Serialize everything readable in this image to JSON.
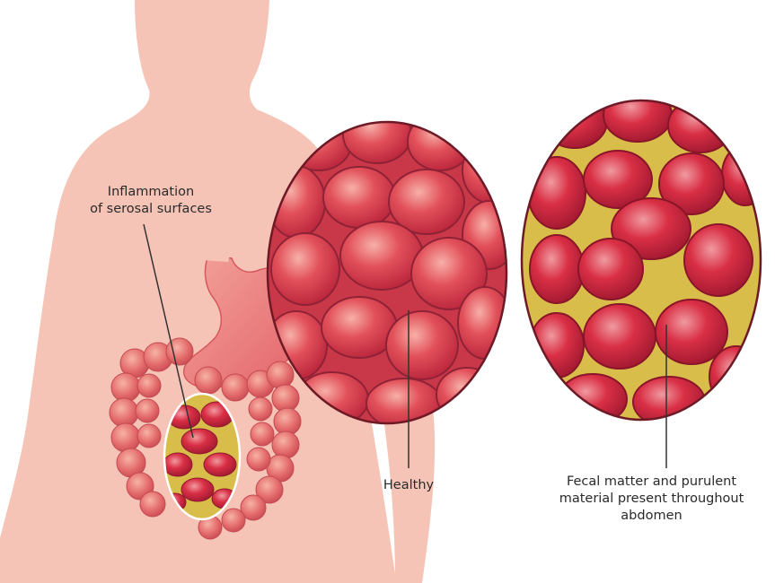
{
  "labels": {
    "inflammation": [
      "Inflammation",
      "of serosal surfaces"
    ],
    "healthy": "Healthy",
    "fecal": [
      "Fecal matter and purulent",
      "material present throughout",
      "abdomen"
    ]
  },
  "colors": {
    "body": "#f6c4b6",
    "healthy_tissue": "#d8424f",
    "inflamed_tissue": "#cf2f43",
    "pus": "#d9bd4a",
    "intestine": "#e46c6c",
    "leader_line": "#333333"
  }
}
